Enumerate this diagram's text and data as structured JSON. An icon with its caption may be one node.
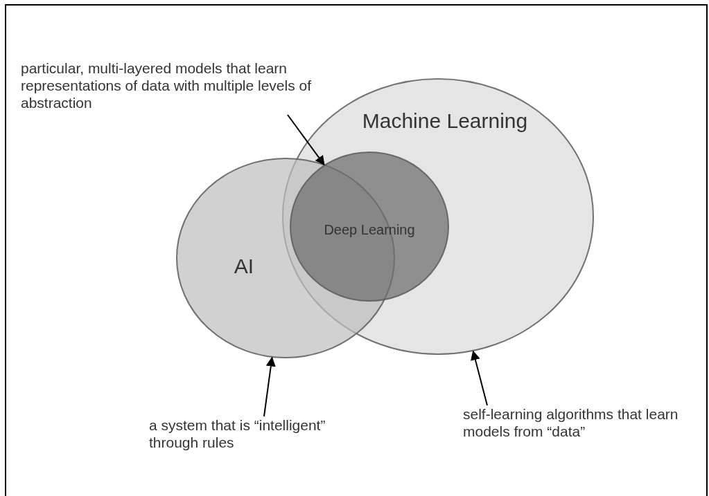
{
  "diagram": {
    "nodes": [
      {
        "text": [
          "particular, multi-layered models that learn representations of data with multiple levels of abstraction"
        ]
      },
      {
        "text": [
          "Machine Learning"
        ]
      },
      {
        "text": [
          "AI"
        ]
      },
      {
        "text": [
          "Deep Learning"
        ],
        "in": 1
      },
      {
        "text": [
          "a system that is “intelligent” through rules"
        ]
      },
      {
        "text": [
          "self-learning algorithms that learn models from “data”"
        ]
      }
    ],
    "edges": [
      {
        "from": 0,
        "to": 3,
        "arrow": "to"
      },
      {
        "from": 4,
        "to": 2,
        "arrow": "to"
      },
      {
        "from": 5,
        "to": 1,
        "arrow": "to"
      }
    ]
  }
}
